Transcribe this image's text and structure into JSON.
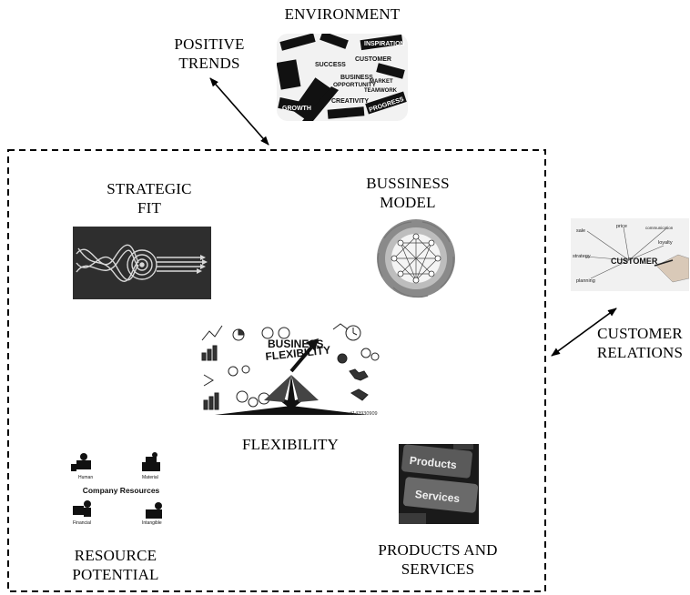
{
  "labels": {
    "environment": "ENVIRONMENT",
    "positive_trends": [
      "POSITIVE",
      "TRENDS"
    ],
    "strategic_fit": [
      "STRATEGIC",
      "FIT"
    ],
    "business_model": [
      "BUSSINESS",
      "MODEL"
    ],
    "flexibility": "FLEXIBILITY",
    "customer_relations": [
      "CUSTOMER",
      "RELATIONS"
    ],
    "resource_potential": [
      "RESOURCE",
      "POTENTIAL"
    ],
    "products_services": [
      "PRODUCTS AND",
      "SERVICES"
    ]
  },
  "image_text": {
    "environment_words": [
      "SUCCESS",
      "BUSINESS",
      "OPPORTUNITY",
      "CUSTOMER",
      "MARKET",
      "GROWTH",
      "CREATIVITY",
      "PROGRESS",
      "INSPIRATION",
      "TEAMWORK"
    ],
    "customer": "CUSTOMER",
    "customer_words": [
      "sale",
      "price",
      "communication",
      "strategy",
      "loyalty",
      "planning"
    ],
    "business_flexibility": [
      "BUSINESS",
      "FLEXIBILITY"
    ],
    "stock_id": "#143930909",
    "company_resources": "Company Resources",
    "resource_types": [
      "Human",
      "Material",
      "Financial",
      "Intangible"
    ],
    "products": "Products",
    "services": "Services"
  }
}
